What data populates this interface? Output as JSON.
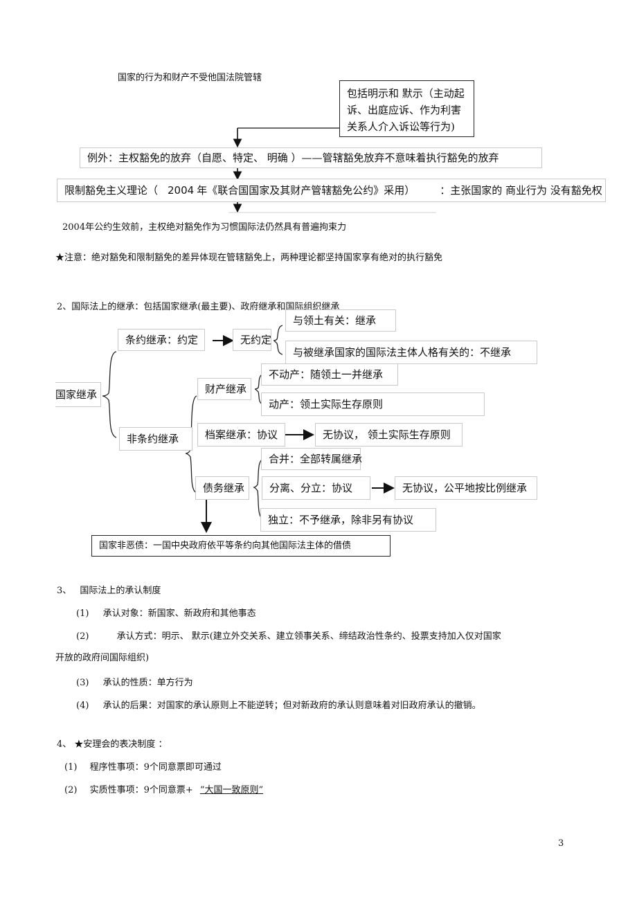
{
  "section1": {
    "top_line": "国家的行为和财产不受他国法院管辖",
    "waiver_box": "包括明示和  默示（主动起诉、出庭应诉、作为利害关系人介入诉讼等行为)",
    "exception_box": "例外：主权豁免的放弃（自愿、特定、       明确 ）——管辖豁免放弃不意味着执行豁免的放弃",
    "restrictive_box": {
      "part1": "限制豁免主义理论（",
      "year": "2004",
      "part2": "年《联合国国家及其财产管辖豁免公约》采用）",
      "part3": "：主张国家的  商业行为  没有豁免权"
    },
    "note_2004": "2004年公约生效前，主权绝对豁免作为习惯国际法仍然具有普遍拘束力",
    "star_note": "★注意：绝对豁免和限制豁免的差异体现在管辖豁免上，两种理论都坚持国家享有绝对的执行豁免"
  },
  "section2": {
    "heading": "2、国际法上的继承：包括国家继承(最主要)、政府继承和国际组织继承",
    "root": "国家继承",
    "treaty": "条约继承：约定",
    "no_agreement": "无约定",
    "territory_related": "与领土有关：继承",
    "personality_related": "与被继承国家的国际法主体人格有关的：不继承",
    "non_treaty": "非条约继承",
    "property": "财产继承",
    "immovable": "不动产：随领土一并继承",
    "movable": "动产：领土实际生存原则",
    "archives": "档案继承：协议",
    "archives_no_agreement": "无协议， 领土实际生存原则",
    "debts": "债务继承",
    "merger": "合并：全部转属继承",
    "separation": "分离、分立：协议",
    "separation_no_agreement": "无协议，公平地按比例继承",
    "independence": "独立：不予继承，除非另有协议",
    "odious_debt": "国家非恶债：一国中央政府依平等条约向其他国际法主体的借债"
  },
  "section3": {
    "heading_num": "3、",
    "heading": "国际法上的承认制度",
    "items": [
      {
        "num": "(1)",
        "text": "承认对象：新国家、新政府和其他事态"
      },
      {
        "num": "(2)",
        "text": "承认方式：明示、  默示(建立外交关系、建立领事关系、缔结政治性条约、投票支持加入仅对国家",
        "cont": "开放的政府间国际组织)"
      },
      {
        "num": "(3)",
        "text": "承认的性质：单方行为"
      },
      {
        "num": "(4)",
        "text": "承认的后果：对国家的承认原则上不能逆转；但对新政府的承认则意味着对旧政府承认的撤销。"
      }
    ]
  },
  "section4": {
    "heading": "4、 ★安理会的表决制度 ：",
    "items": [
      {
        "num": "(1)",
        "text": "程序性事项：9个同意票即可通过"
      },
      {
        "num": "(2)",
        "text": "实质性事项：9个同意票+",
        "underlined": "“大国一致原则”"
      }
    ]
  },
  "page_number": "3"
}
